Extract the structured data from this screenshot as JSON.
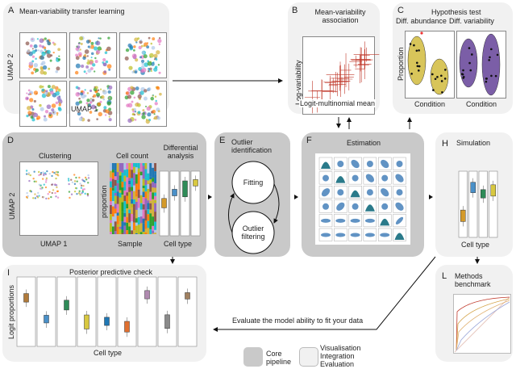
{
  "panels": {
    "A": {
      "letter": "A",
      "title": "Mean-variability transfer learning",
      "xlabel": "UMAP 1",
      "ylabel": "UMAP 2"
    },
    "B": {
      "letter": "B",
      "title1": "Mean-variability",
      "title2": "association",
      "xlabel": "Logit-multinomial mean",
      "ylabel": "Log-variability",
      "color": "#c0392b"
    },
    "C": {
      "letter": "C",
      "title": "Hypothesis test",
      "sub1": "Diff. abundance",
      "sub2": "Diff. variability",
      "ylabel": "Proportion",
      "xlabel1": "Condition",
      "xlabel2": "Condition",
      "colors": [
        "#d8c55a",
        "#7b5ea7"
      ]
    },
    "D": {
      "letter": "D",
      "clustering": "Clustering",
      "cellcount": "Cell count",
      "diff1": "Differential",
      "diff2": "analysis",
      "umap_x": "UMAP 1",
      "umap_y": "UMAP 2",
      "prop": "proportion",
      "sample": "Sample",
      "celltype": "Cell type"
    },
    "E": {
      "letter": "E",
      "title1": "Outlier",
      "title2": "identification",
      "fitting": "Fitting",
      "filter1": "Outlier",
      "filter2": "filtering"
    },
    "F": {
      "letter": "F",
      "title": "Estimation"
    },
    "H": {
      "letter": "H",
      "title": "Simulation",
      "xlabel": "Cell type"
    },
    "I": {
      "letter": "I",
      "title": "Posterior predictive check",
      "ylabel": "Logit proportions",
      "xlabel": "Cell type"
    },
    "L": {
      "letter": "L",
      "title1": "Methods",
      "title2": "benchmark"
    }
  },
  "evaluate_label": "Evaluate the model ability to fit your data",
  "legend": {
    "core1": "Core",
    "core2": "pipeline",
    "vis1": "Visualisation",
    "vis2": "Integration",
    "vis3": "Evaluation"
  },
  "colors": {
    "core": "#c9c9c9",
    "extension": "#f1f1f1"
  }
}
